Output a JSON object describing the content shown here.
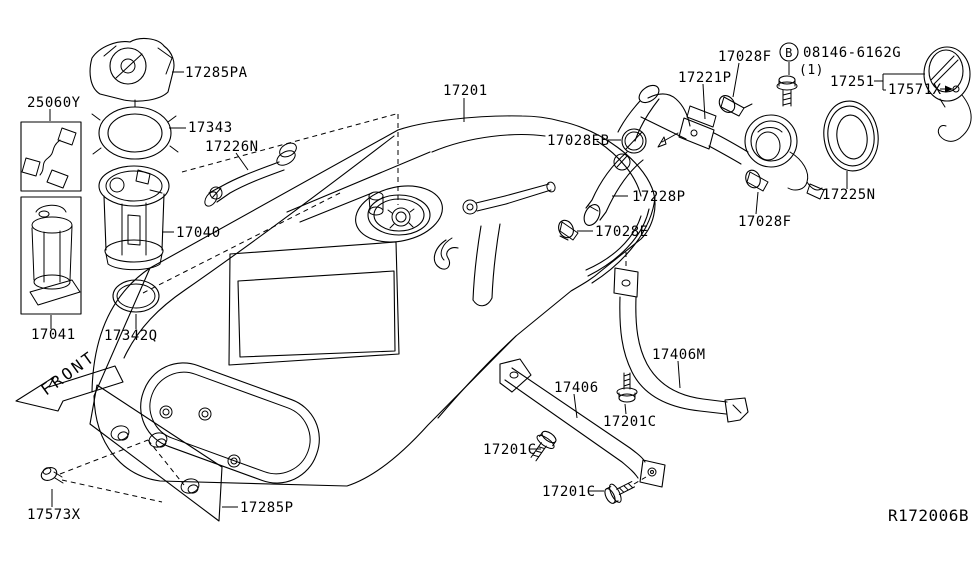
{
  "diagram": {
    "description": "Fuel tank exploded parts diagram",
    "drawing_number": "R172006B",
    "front_label": "FRONT",
    "callout_b": {
      "letter": "B",
      "part_number": "08146-6162G",
      "quantity": "(1)"
    },
    "labels": {
      "cover_plate": "17285PA",
      "sender_unit": "25060Y",
      "lock_ring": "17343",
      "vent_hose": "17226N",
      "pump_module": "17040",
      "pump_assembly": "17041",
      "o_ring": "17342Q",
      "fuel_tank": "17201",
      "hose_clamp": "17028EB",
      "filler_hose": "17228P",
      "hose_clip": "17028E",
      "clip_upper": "17028F",
      "filler_tube": "17221P",
      "filler_cap": "17251",
      "cap_tether": "17571X",
      "neck_gasket": "17225N",
      "clip_lower": "17028F",
      "strap_right": "17406M",
      "strap_left": "17406",
      "strap_bolt_left": "17201C",
      "strap_bolt_mid": "17201C",
      "strap_bolt_bottom": "17201C",
      "protector_clip": "17573X",
      "protector": "17285P"
    }
  }
}
